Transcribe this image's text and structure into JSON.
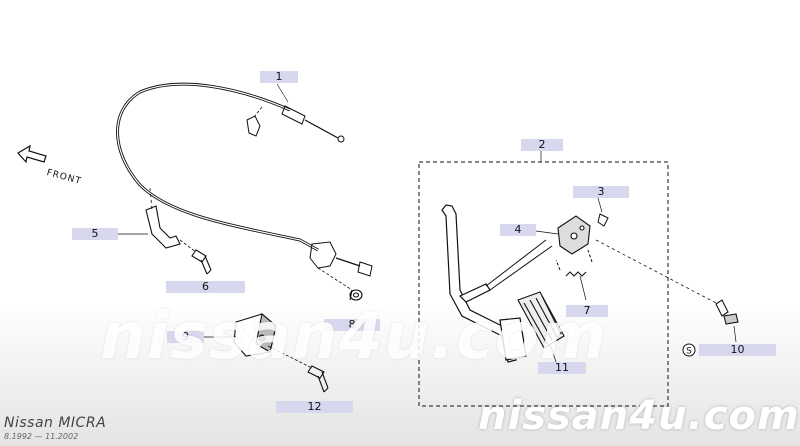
{
  "front_label": "FRONT",
  "parts": [
    {
      "num": "1"
    },
    {
      "num": "2"
    },
    {
      "num": "3"
    },
    {
      "num": "4"
    },
    {
      "num": "5"
    },
    {
      "num": "6"
    },
    {
      "num": "7"
    },
    {
      "num": "8"
    },
    {
      "num": "9"
    },
    {
      "num": "10"
    },
    {
      "num": "11"
    },
    {
      "num": "12"
    }
  ],
  "symbol_s": "S",
  "watermark": "nissan4u.com",
  "footer": {
    "model": "Nissan MICRA",
    "years": "8.1992 — 11.2002"
  },
  "colors": {
    "label_fill": "#d7d7ee",
    "line": "#111111"
  }
}
